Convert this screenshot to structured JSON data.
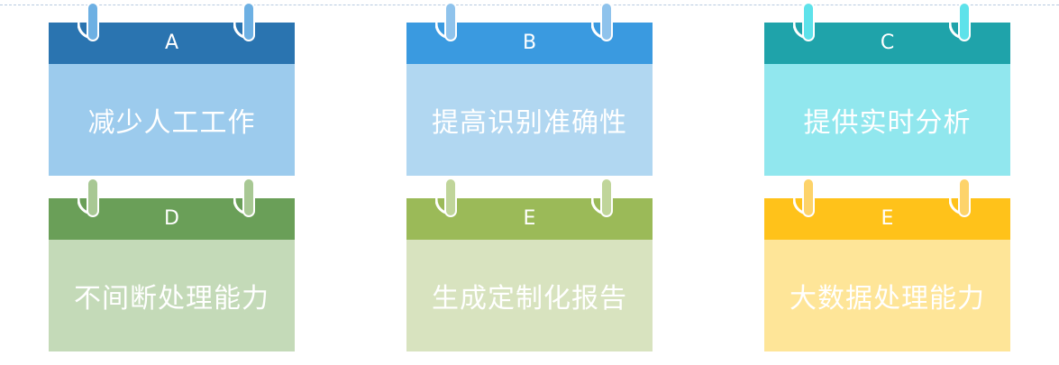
{
  "cards": [
    {
      "letter": "A",
      "text": "减少人工工作",
      "head_color": "#2a74b0",
      "body_color": "#9ccbed",
      "ring_color": "#6db0e3"
    },
    {
      "letter": "B",
      "text": "提高识别准确性",
      "head_color": "#3a9ae0",
      "body_color": "#b1d7f1",
      "ring_color": "#8fc3ec"
    },
    {
      "letter": "C",
      "text": "提供实时分析",
      "head_color": "#1fa3aa",
      "body_color": "#91e7ee",
      "ring_color": "#5ee2ea"
    },
    {
      "letter": "D",
      "text": "不间断处理能力",
      "head_color": "#6a9f58",
      "body_color": "#c4dab8",
      "ring_color": "#a8c894"
    },
    {
      "letter": "E",
      "text": "生成定制化报告",
      "head_color": "#9bba58",
      "body_color": "#d8e3bf",
      "ring_color": "#c0d59a"
    },
    {
      "letter": "E",
      "text": "大数据处理能力",
      "head_color": "#ffc21a",
      "body_color": "#fee598",
      "ring_color": "#fdd36a"
    }
  ]
}
